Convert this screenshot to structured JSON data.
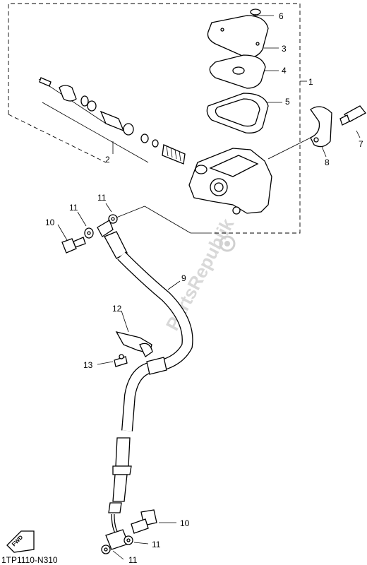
{
  "diagram": {
    "callouts": {
      "c1": "1",
      "c2": "2",
      "c3": "3",
      "c4": "4",
      "c5": "5",
      "c6": "6",
      "c7": "7",
      "c8": "8",
      "c9": "9",
      "c10a": "10",
      "c10b": "10",
      "c11a": "11",
      "c11b": "11",
      "c11c": "11",
      "c11d": "11",
      "c12": "12",
      "c13": "13"
    },
    "diagram_code": "1TP1110-N310",
    "watermark": "PartsRepublik",
    "fwd_label": "FWD"
  }
}
